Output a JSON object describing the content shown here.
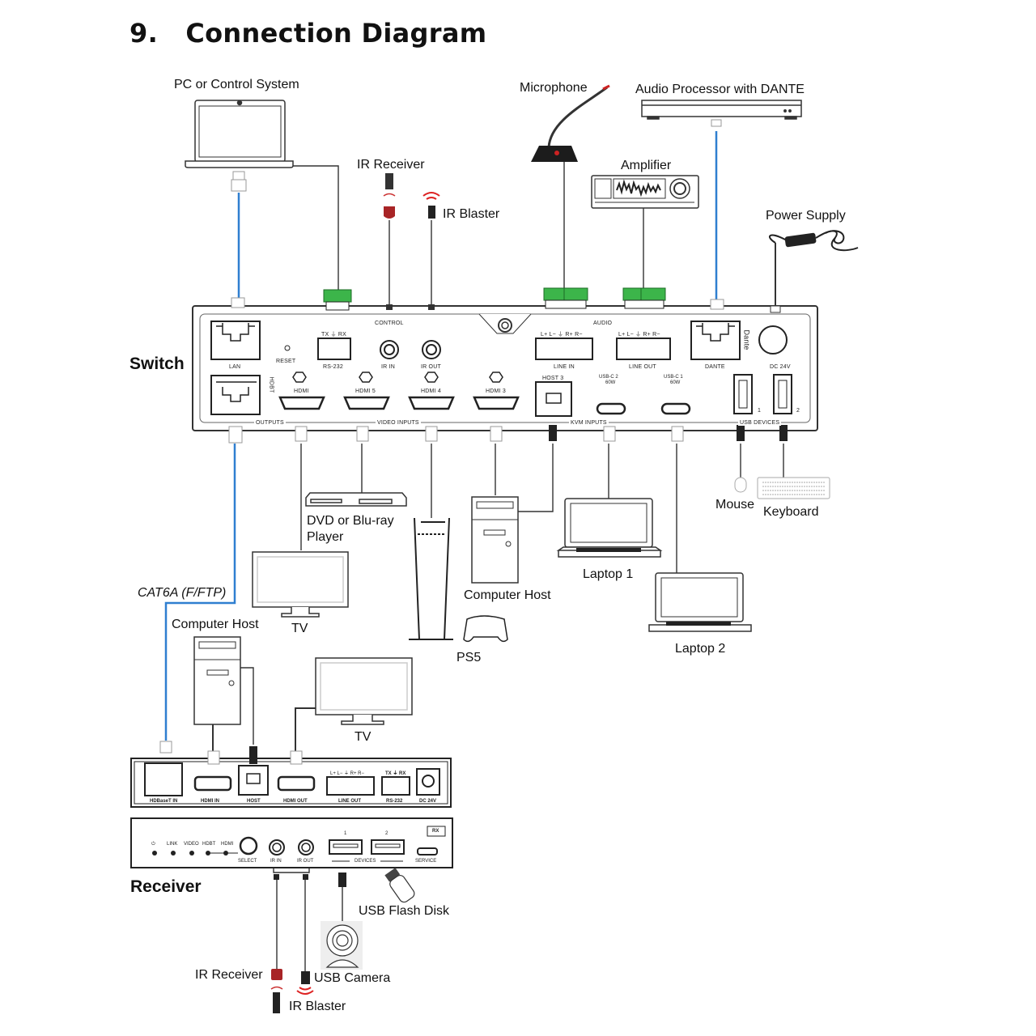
{
  "title": "9.   Connection Diagram",
  "devices": {
    "pc": "PC or Control System",
    "ir_receiver_top": "IR Receiver",
    "ir_blaster_top": "IR Blaster",
    "microphone": "Microphone",
    "audio_processor": "Audio Processor with DANTE",
    "amplifier": "Amplifier",
    "power_supply": "Power Supply",
    "dvd": "DVD or Blu-ray",
    "dvd2": "Player",
    "tv1": "TV",
    "ps5": "PS5",
    "computer_host_top": "Computer Host",
    "laptop1": "Laptop 1",
    "laptop2": "Laptop 2",
    "mouse": "Mouse",
    "keyboard": "Keyboard",
    "cable": "CAT6A (F/FTP)",
    "computer_host_bottom": "Computer Host",
    "tv2": "TV",
    "usb_flash": "USB Flash Disk",
    "usb_camera": "USB Camera",
    "ir_receiver_bottom": "IR Receiver",
    "ir_blaster_bottom": "IR Blaster"
  },
  "switch": {
    "label": "Switch",
    "sections": {
      "control": "CONTROL",
      "audio": "AUDIO",
      "outputs": "OUTPUTS",
      "video_inputs": "VIDEO INPUTS",
      "kvm_inputs": "KVM INPUTS",
      "usb_devices": "USB DEVICES"
    },
    "ports": {
      "lan": "LAN",
      "reset": "RESET",
      "rs232": "RS-232",
      "rs232_pins": "TX  ⏚  RX",
      "ir_in": "IR IN",
      "ir_out": "IR OUT",
      "hdbt": "HDBT",
      "hdmi_out": "HDMI",
      "hdmi5": "HDMI 5",
      "hdmi4": "HDMI 4",
      "hdmi3": "HDMI 3",
      "host3": "HOST 3",
      "usbc2": "USB-C 2",
      "usbc2_w": "60W",
      "usbc1": "USB-C 1",
      "usbc1_w": "60W",
      "line_in": "LINE IN",
      "line_in_pins": "L+ L− ⏚ R+ R−",
      "line_out": "LINE OUT",
      "line_out_pins": "L+ L− ⏚ R+ R−",
      "dante": "DANTE",
      "dante_logo": "Dante",
      "dc24v": "DC 24V",
      "usb1": "1",
      "usb2": "2"
    }
  },
  "receiver": {
    "label": "Receiver",
    "rear_ports": {
      "hdbaset_in": "HDBaseT IN",
      "hdmi_in": "HDMI IN",
      "host": "HOST",
      "hdmi_out": "HDMI OUT",
      "line_out": "LINE OUT",
      "line_out_pins": "L+ L− ⏚ R+ R−",
      "rs232": "RS-232",
      "rs232_pins": "TX ⏚ RX",
      "dc24v": "DC 24V"
    },
    "front": {
      "power": "⏻",
      "link": "LINK",
      "video": "VIDEO",
      "hdbt": "HDBT",
      "hdmi": "HDMI",
      "select": "SELECT",
      "ir_in": "IR IN",
      "ir_out": "IR OUT",
      "usb1": "1",
      "usb2": "2",
      "devices": "DEVICES",
      "service": "SERVICE",
      "rx_badge": "RX"
    }
  },
  "colors": {
    "cat6_cable": "#2f7fd0",
    "terminal_green": "#3cb54a",
    "ir_red": "#b0282a"
  }
}
